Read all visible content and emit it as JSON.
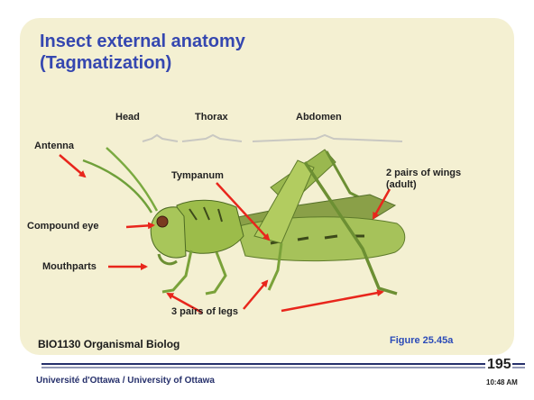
{
  "title_line1": "Insect external anatomy",
  "title_line2": "(Tagmatization)",
  "regions": {
    "head": "Head",
    "thorax": "Thorax",
    "abdomen": "Abdomen"
  },
  "labels": {
    "antenna": "Antenna",
    "compound_eye": "Compound eye",
    "mouthparts": "Mouthparts",
    "tympanum": "Tympanum",
    "wings": "2 pairs of wings (adult)",
    "legs": "3 pairs of legs"
  },
  "course": "BIO1130 Organismal Biolog",
  "figure": "Figure 25.45a",
  "footer": "Université d'Ottawa / University of Ottawa",
  "page_number": "195",
  "time": "10:48 AM",
  "colors": {
    "title": "#3547b0",
    "arrow": "#e8261c",
    "panel": "#f4f0d2",
    "rule": "#26306b"
  }
}
